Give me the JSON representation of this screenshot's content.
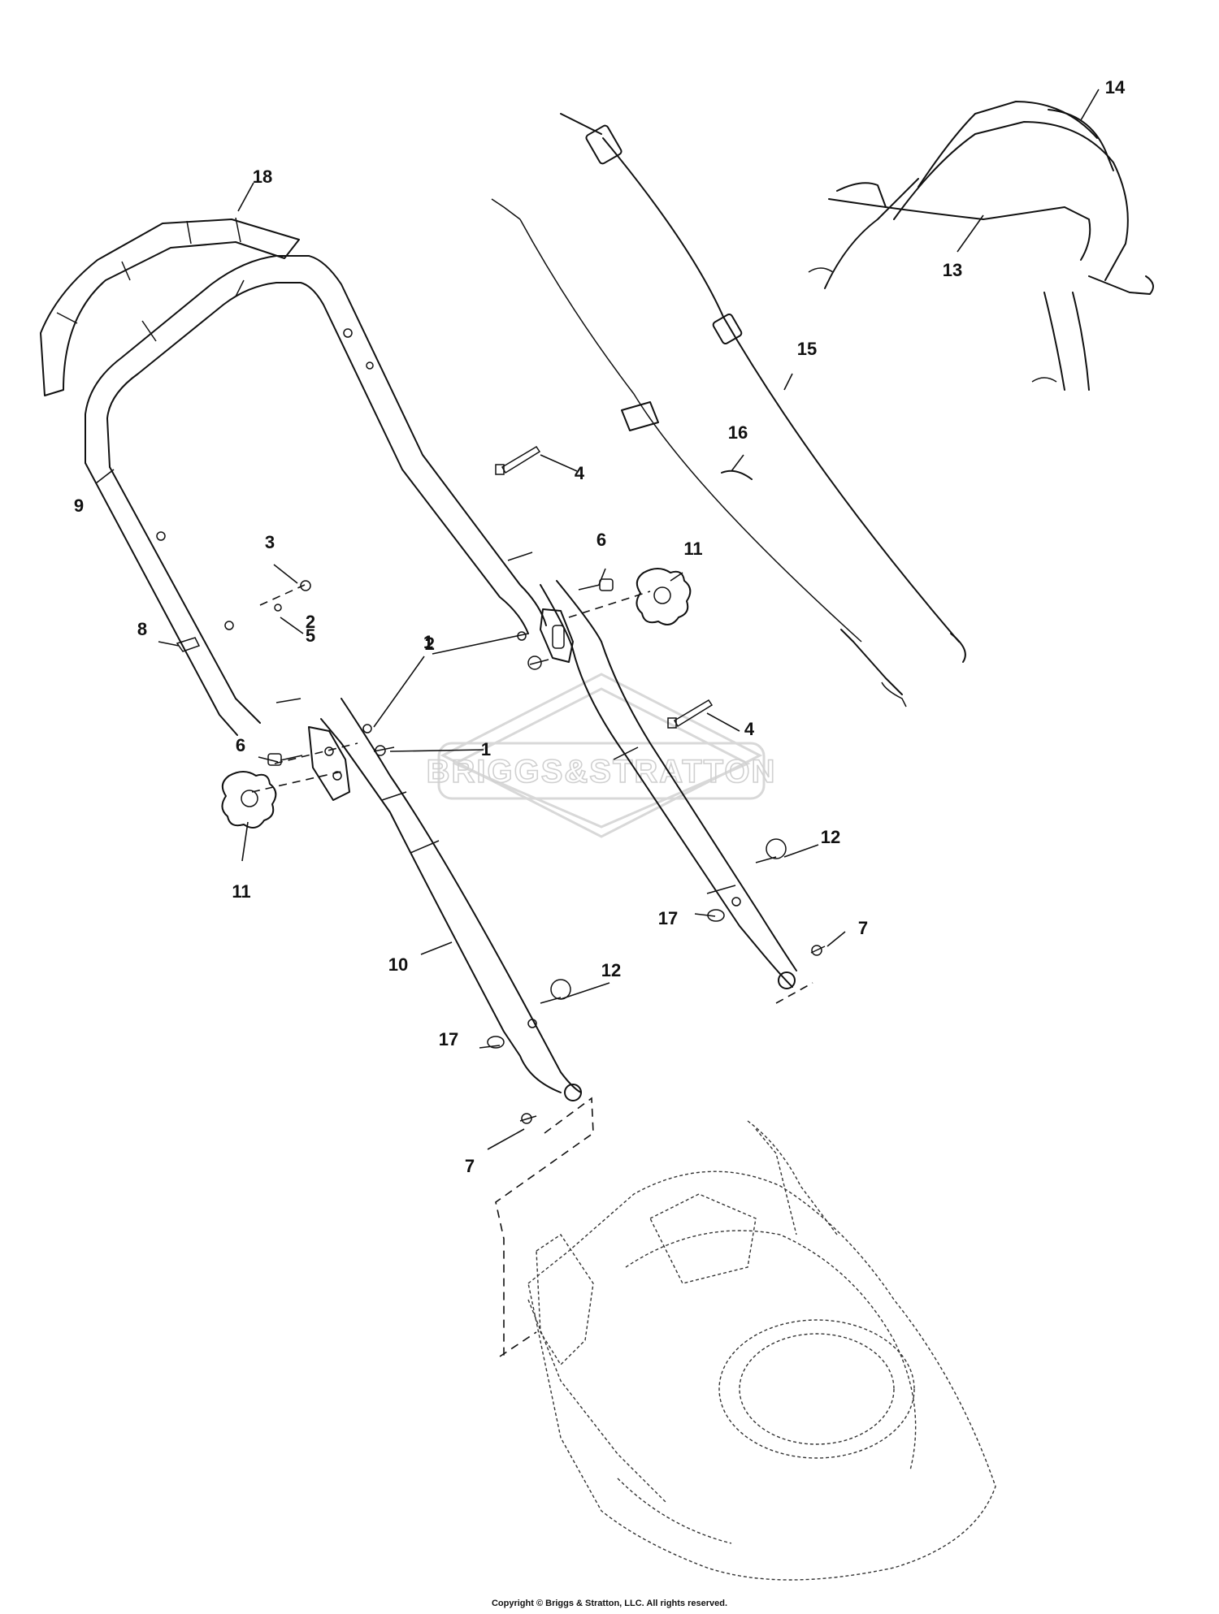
{
  "watermark": "BRIGGS&STRATTON",
  "copyright": "Copyright © Briggs & Stratton, LLC. All rights reserved.",
  "callouts": [
    "1",
    "1",
    "2",
    "2",
    "3",
    "4",
    "4",
    "5",
    "6",
    "6",
    "7",
    "7",
    "8",
    "9",
    "10",
    "11",
    "11",
    "12",
    "12",
    "13",
    "14",
    "15",
    "16",
    "17",
    "17",
    "18"
  ]
}
